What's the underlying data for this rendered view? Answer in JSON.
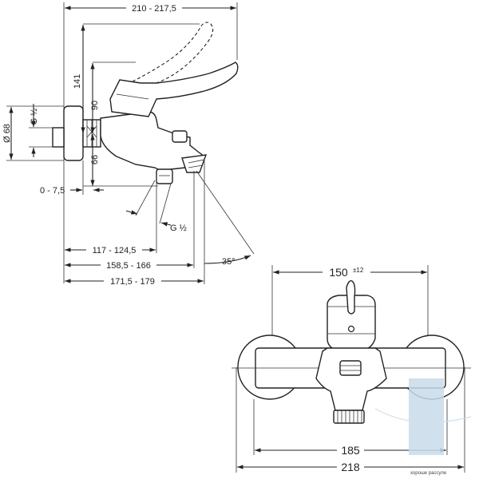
{
  "side_view": {
    "dim_top_width": "210 - 217,5",
    "dim_141": "141",
    "dim_90": "90",
    "dim_66": "66",
    "dim_68": "Ø 68",
    "dim_g_half_top": "G ½",
    "dim_0_75": "0 - 7,5",
    "dim_g_half_bottom": "G ½",
    "dim_117": "117 - 124,5",
    "dim_158": "158,5 - 166",
    "dim_171": "171,5 - 179",
    "dim_angle": "35°"
  },
  "front_view": {
    "dim_150": "150",
    "dim_tolerance": "±12",
    "dim_185": "185",
    "dim_218": "218"
  },
  "watermark": {
    "text": "хороше рассуле",
    "color": "#c9dbea"
  }
}
